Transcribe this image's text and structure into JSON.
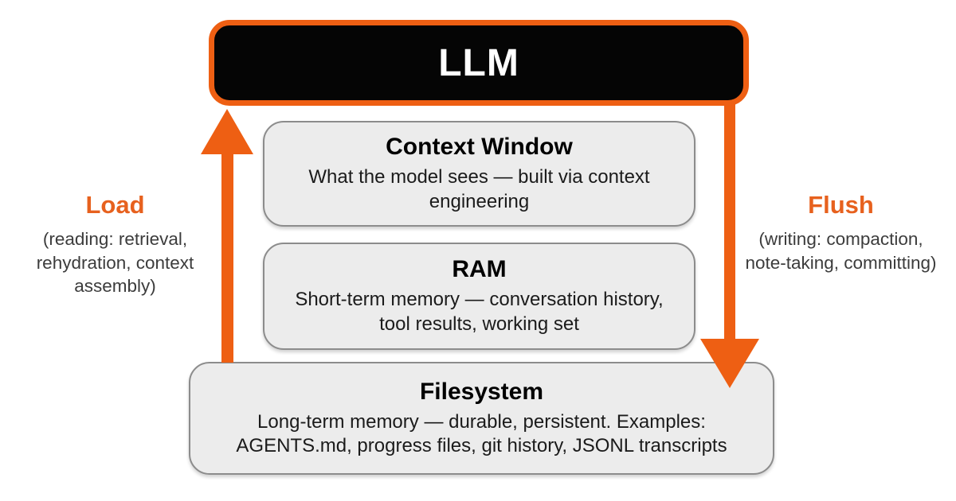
{
  "diagram": {
    "llm": {
      "label": "LLM"
    },
    "boxes": [
      {
        "id": "context-window",
        "title": "Context Window",
        "subtitle": "What the model sees — built via context engineering"
      },
      {
        "id": "ram",
        "title": "RAM",
        "subtitle": "Short-term memory — conversation history, tool results, working set"
      },
      {
        "id": "filesystem",
        "title": "Filesystem",
        "subtitle": "Long-term memory — durable, persistent. Examples: AGENTS.md, progress files, git history, JSONL transcripts"
      }
    ],
    "left_flow": {
      "title": "Load",
      "subtitle": "(reading: retrieval, rehydration, context assembly)",
      "direction": "up"
    },
    "right_flow": {
      "title": "Flush",
      "subtitle": "(writing: compaction, note-taking, committing)",
      "direction": "down"
    },
    "colors": {
      "accent_orange": "#EE5F13",
      "label_orange": "#E7611E",
      "box_fill": "#ECECEC",
      "box_border": "#8C8C8C",
      "llm_fill": "#050505",
      "llm_text": "#FFFFFF",
      "body_text": "#1B1B1B",
      "side_text": "#3C3C3C"
    }
  }
}
